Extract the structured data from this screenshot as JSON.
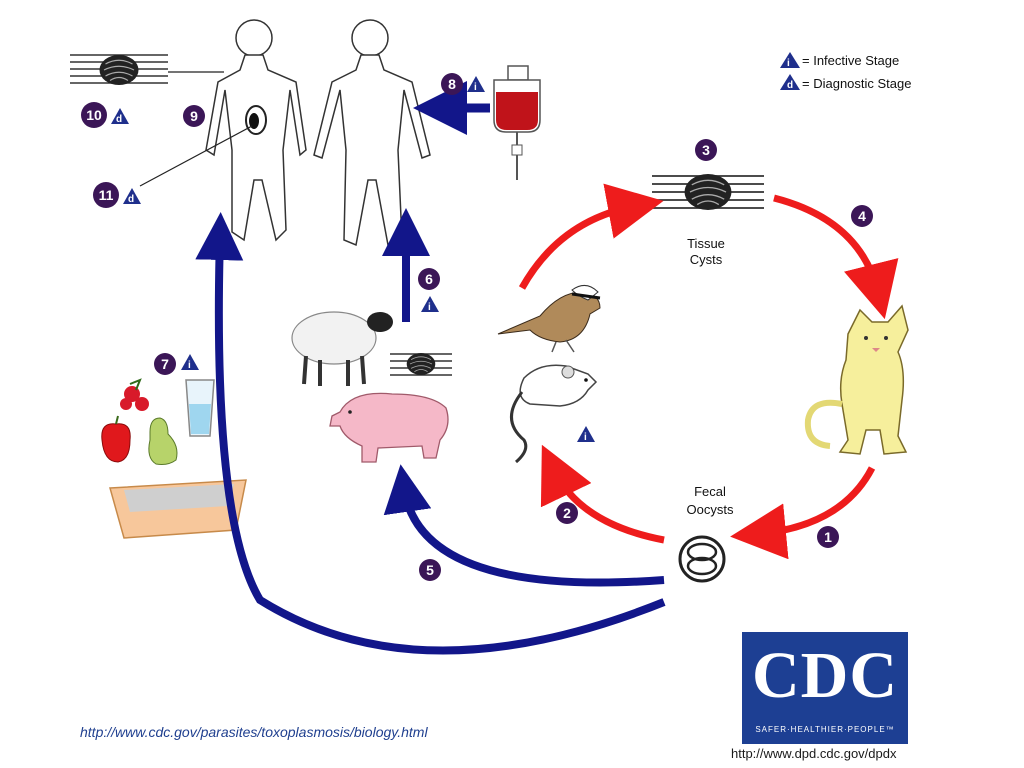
{
  "legend": {
    "infective_letter": "i",
    "infective_label": "= Infective Stage",
    "diagnostic_letter": "d",
    "diagnostic_label": "= Diagnostic Stage"
  },
  "labels": {
    "tissue_cysts": [
      "Tissue",
      "Cysts"
    ],
    "fecal_oocysts": [
      "Fecal",
      "Oocysts"
    ]
  },
  "steps": {
    "s1": "1",
    "s2": "2",
    "s3": "3",
    "s4": "4",
    "s5": "5",
    "s6": "6",
    "s7": "7",
    "s8": "8",
    "s9": "9",
    "s10": "10",
    "s11": "11"
  },
  "stage_letters": {
    "infective": "i",
    "diagnostic": "d"
  },
  "colors": {
    "transmission_red": "#ee1c1c",
    "transmission_blue": "#12168a",
    "badge_purple": "#3b1657",
    "stage_triangle": "#1f2f8c",
    "cdc_blue": "#1d3f93"
  },
  "icons": {
    "hosts": [
      "human-figure-icon",
      "cat-icon",
      "bird-icon",
      "mouse-icon",
      "sheep-icon",
      "pig-icon"
    ],
    "items": [
      "blood-bag-icon",
      "fruit-icon",
      "water-glass-icon",
      "litter-box-icon"
    ]
  },
  "footer": {
    "source_url": "http://www.cdc.gov/parasites/toxoplasmosis/biology.html",
    "dpdx_url": "http://www.dpd.cdc.gov/dpdx",
    "cdc_logo_text": "CDC",
    "cdc_tagline": "SAFER·HEALTHIER·PEOPLE™"
  }
}
